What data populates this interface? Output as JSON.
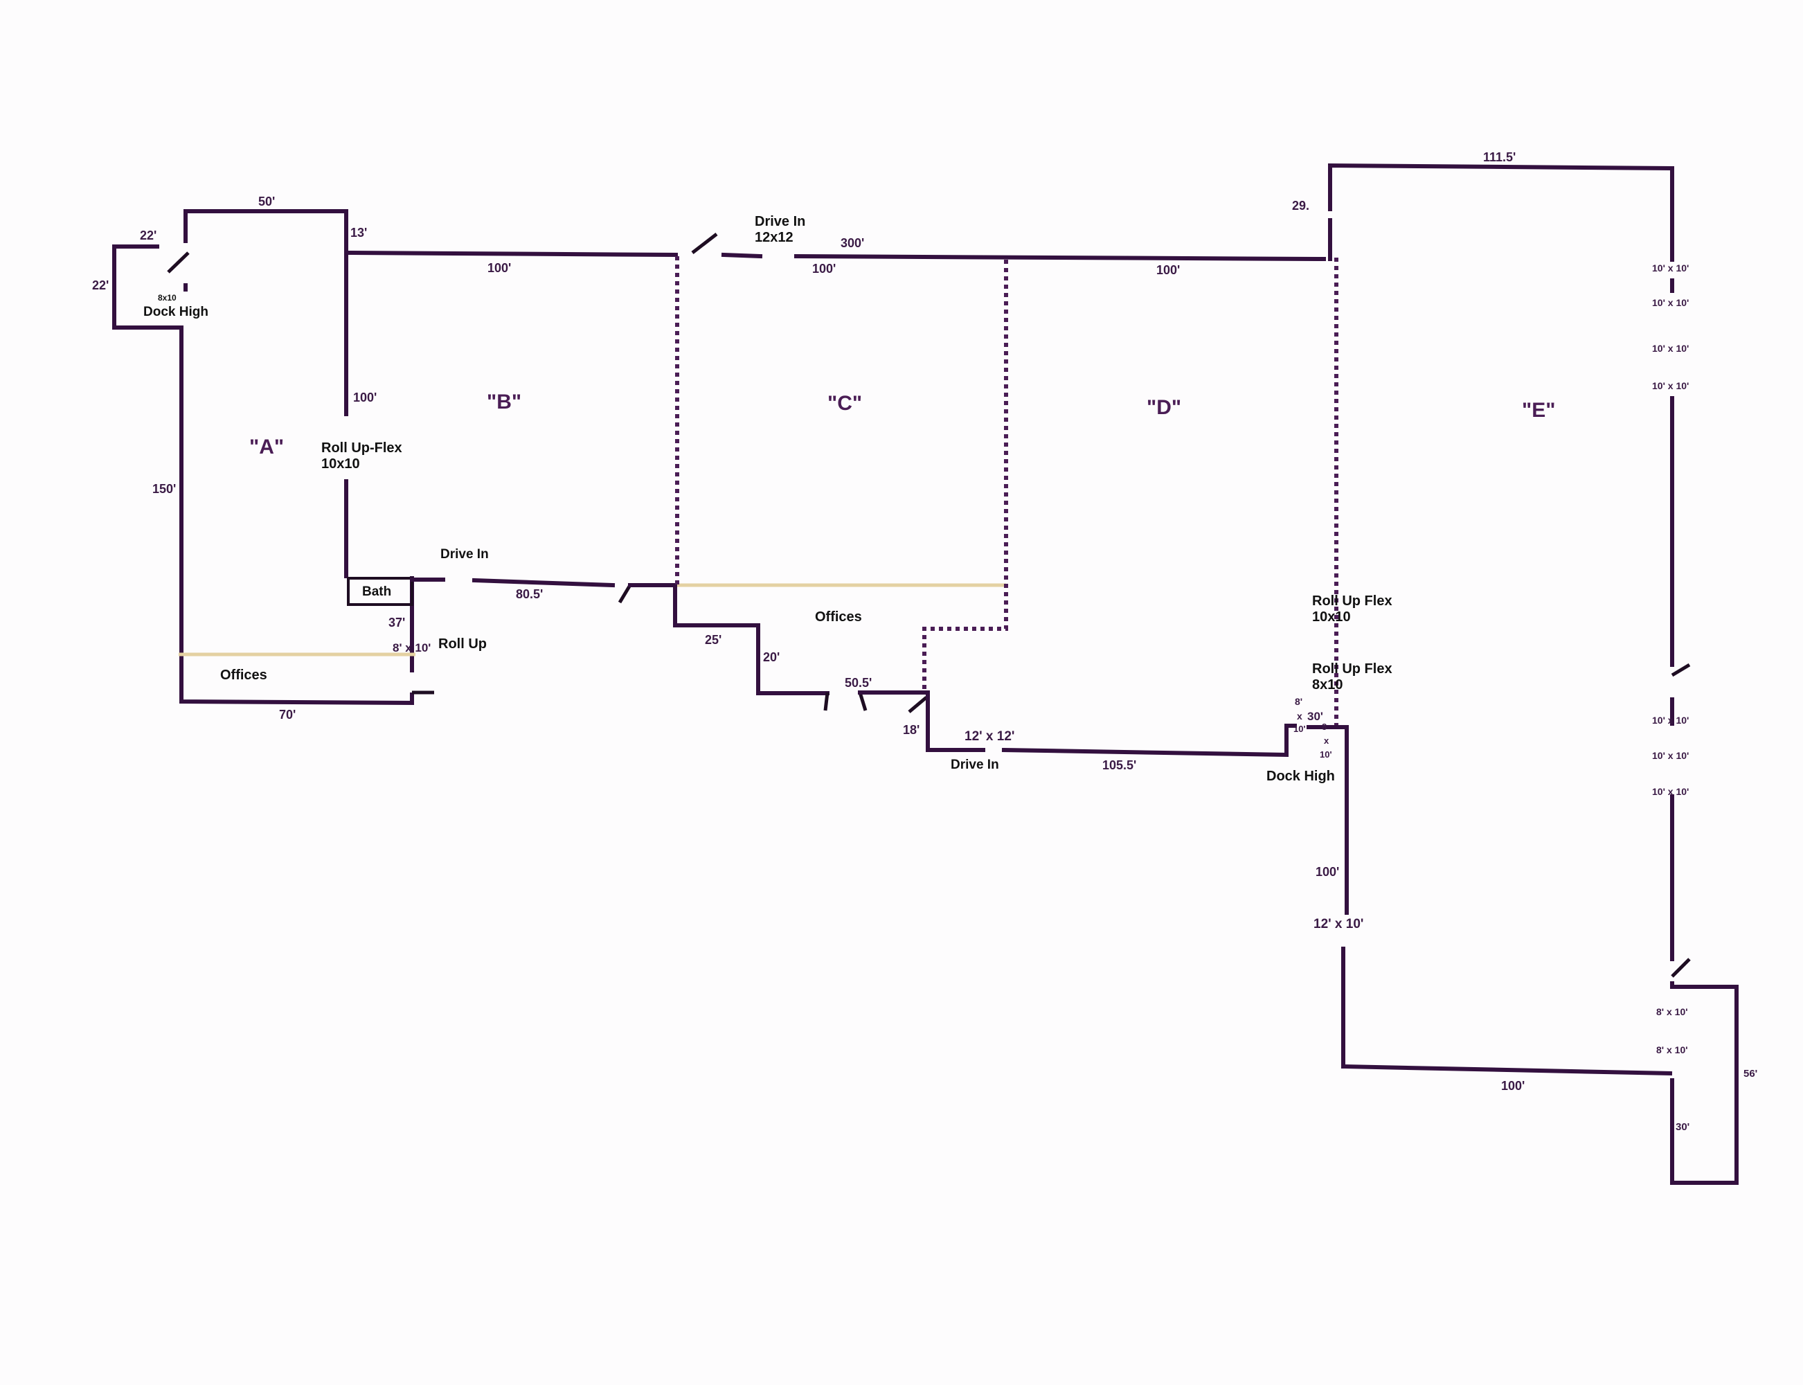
{
  "units": {
    "a": "\"A\"",
    "b": "\"B\"",
    "c": "\"C\"",
    "d": "\"D\"",
    "e": "\"E\""
  },
  "labels": {
    "dock_high_a": "Dock High",
    "dock_size_a": "8x10",
    "roll_up_flex_1": "Roll Up-Flex",
    "roll_up_flex_1_size": "10x10",
    "drive_in_top": "Drive In",
    "drive_in_top_size": "12x12",
    "drive_in_b": "Drive In",
    "bath": "Bath",
    "roll_up": "Roll Up",
    "offices_a": "Offices",
    "offices_c": "Offices",
    "drive_in_bottom": "Drive In",
    "dock_high_d": "Dock High",
    "roll_up_flex_2": "Roll Up Flex",
    "roll_up_flex_2_size": "10x10",
    "roll_up_flex_3": "Roll Up Flex",
    "roll_up_flex_3_size": "8x10"
  },
  "dimensions": {
    "d_50": "50'",
    "d_22_top": "22'",
    "d_22_left": "22'",
    "d_13": "13'",
    "d_100_b_top": "100'",
    "d_100_a_wall": "100'",
    "d_150": "150'",
    "d_80_5": "80.5'",
    "d_37": "37'",
    "d_8x10_rollup": "8' x 10'",
    "d_70": "70'",
    "d_300": "300'",
    "d_100_c_top": "100'",
    "d_100_d_top": "100'",
    "d_25": "25'",
    "d_20": "20'",
    "d_50_5": "50.5'",
    "d_18": "18'",
    "d_12x12": "12' x 12'",
    "d_105_5": "105.5'",
    "d_29": "29.",
    "d_111_5": "111.5'",
    "d_dock_8": "8'",
    "d_dock_x1": "x",
    "d_dock_10": "10'",
    "d_30_dock": "30'",
    "d_dock_8b": "8",
    "d_dock_x2": "x",
    "d_dock_10b": "10'",
    "d_100_e_wall": "100'",
    "d_12x10": "12' x 10'",
    "d_100_e_bottom": "100'",
    "d_56": "56'",
    "d_30_annex": "30'",
    "door_e_1": "10' x 10'",
    "door_e_2": "10' x 10'",
    "door_e_3": "10' x 10'",
    "door_e_4": "10' x 10'",
    "door_e_5": "10' x 10'",
    "door_e_6": "10' x 10'",
    "door_e_7": "10' x 10'",
    "door_annex_1": "8' x 10'",
    "door_annex_2": "8' x 10'"
  },
  "colors": {
    "wall": "#33103f",
    "dotted_partition": "#4a1d55",
    "office_partition": "#e4d1a2",
    "background": "#fdfcfd"
  }
}
